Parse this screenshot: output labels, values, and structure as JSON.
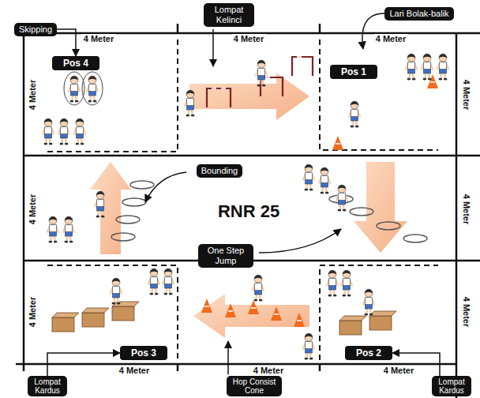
{
  "diagram": {
    "title": "RNR 25",
    "nodes": [
      {
        "text": [
          "Skipping"
        ]
      },
      {
        "text": [
          "Lompat Kelinci"
        ]
      },
      {
        "text": [
          "Lari Bolak-balik"
        ]
      },
      {
        "text": [
          "Pos 4"
        ]
      },
      {
        "text": [
          "Pos 1"
        ]
      },
      {
        "text": [
          "Bounding"
        ]
      },
      {
        "text": [
          "One Step Jump"
        ]
      },
      {
        "text": [
          "Pos 3"
        ]
      },
      {
        "text": [
          "Pos 2"
        ]
      },
      {
        "text": [
          "Lompat Kardus"
        ]
      },
      {
        "text": [
          "Hop Consist Cone"
        ]
      },
      {
        "text": [
          "Lompat Kardus"
        ]
      }
    ],
    "edges": [
      {
        "from": 0,
        "to": 3,
        "arrow": "to"
      },
      {
        "from": 9,
        "to": 7,
        "arrow": "to"
      },
      {
        "from": 11,
        "to": 8,
        "arrow": "to"
      }
    ],
    "labels": [
      "4 Meter",
      "4 Meter",
      "4 Meter",
      "4 Meter",
      "4 Meter",
      "4 Meter",
      "4 Meter",
      "4 Meter",
      "4 Meter",
      "4 Meter",
      "4 Meter",
      "4 Meter"
    ]
  }
}
